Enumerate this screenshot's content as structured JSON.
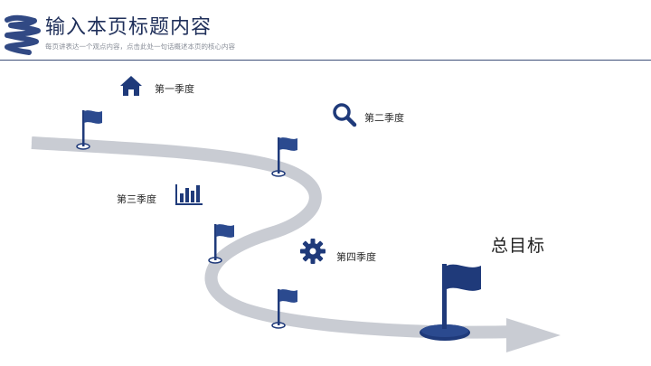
{
  "header": {
    "title": "输入本页标题内容",
    "subtitle": "每页讲表达一个观点内容，点击此处一句话概述本页的核心内容"
  },
  "milestones": [
    {
      "label": "第一季度",
      "icon": "home-icon"
    },
    {
      "label": "第二季度",
      "icon": "search-icon"
    },
    {
      "label": "第三季度",
      "icon": "bar-chart-icon"
    },
    {
      "label": "第四季度",
      "icon": "gear-icon"
    }
  ],
  "goal": {
    "label": "总目标",
    "icon": "flag-icon"
  },
  "colors": {
    "accent": "#1f3a7a",
    "road": "#c9ccd3",
    "text": "#2b2b2b"
  }
}
